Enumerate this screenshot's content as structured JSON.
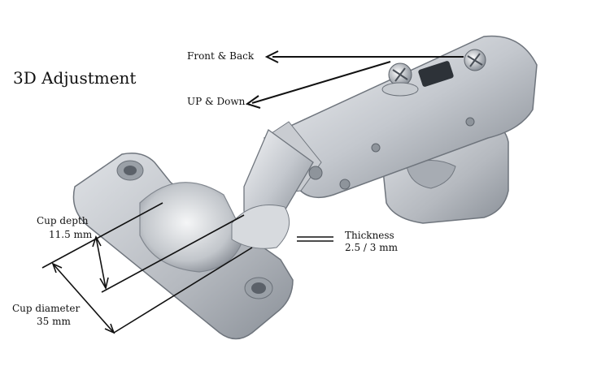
{
  "title": "3D Adjustment",
  "annotations": {
    "front_back": "Front & Back",
    "up_down": "UP & Down",
    "cup_depth_label": "Cup depth",
    "cup_depth_value": "11.5 mm",
    "thickness_label": "Thickness",
    "thickness_value": "2.5 / 3 mm",
    "cup_diameter_label": "Cup diameter",
    "cup_diameter_value": "35 mm"
  },
  "colors": {
    "background": "#ffffff",
    "metal_light": "#e6e8eb",
    "metal_mid": "#b9bdc3",
    "metal_dark": "#7d838b",
    "line": "#111111"
  },
  "icons": [
    "hinge-product-image",
    "screw-icon",
    "arrow-icon"
  ]
}
